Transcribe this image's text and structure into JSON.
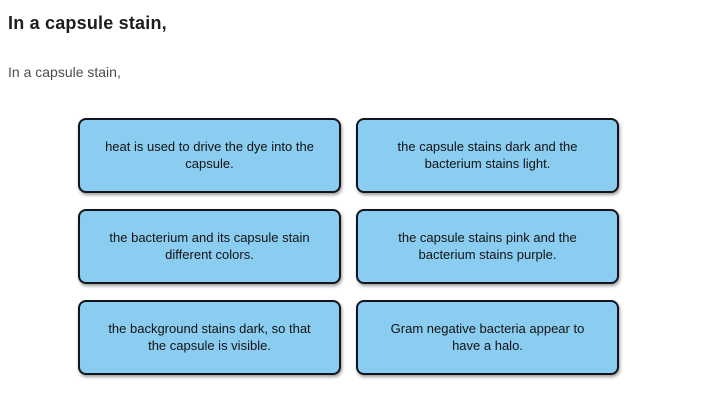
{
  "page": {
    "title": "In a capsule stain,",
    "prompt": "In a capsule stain,"
  },
  "colors": {
    "title-color": "#1d1d1d",
    "prompt-color": "#4d4d4d",
    "card-fill": "#8BCDF1",
    "card-border": "#14141e",
    "card-text": "#121212"
  },
  "options": [
    {
      "label": "heat is used to drive the dye into the capsule."
    },
    {
      "label": "the capsule stains dark and the bacterium stains light."
    },
    {
      "label": "the bacterium and its capsule stain different colors."
    },
    {
      "label": "the capsule stains pink and the bacterium stains purple."
    },
    {
      "label": "the background stains dark, so that the capsule is visible."
    },
    {
      "label": "Gram negative bacteria appear to have a halo."
    }
  ]
}
